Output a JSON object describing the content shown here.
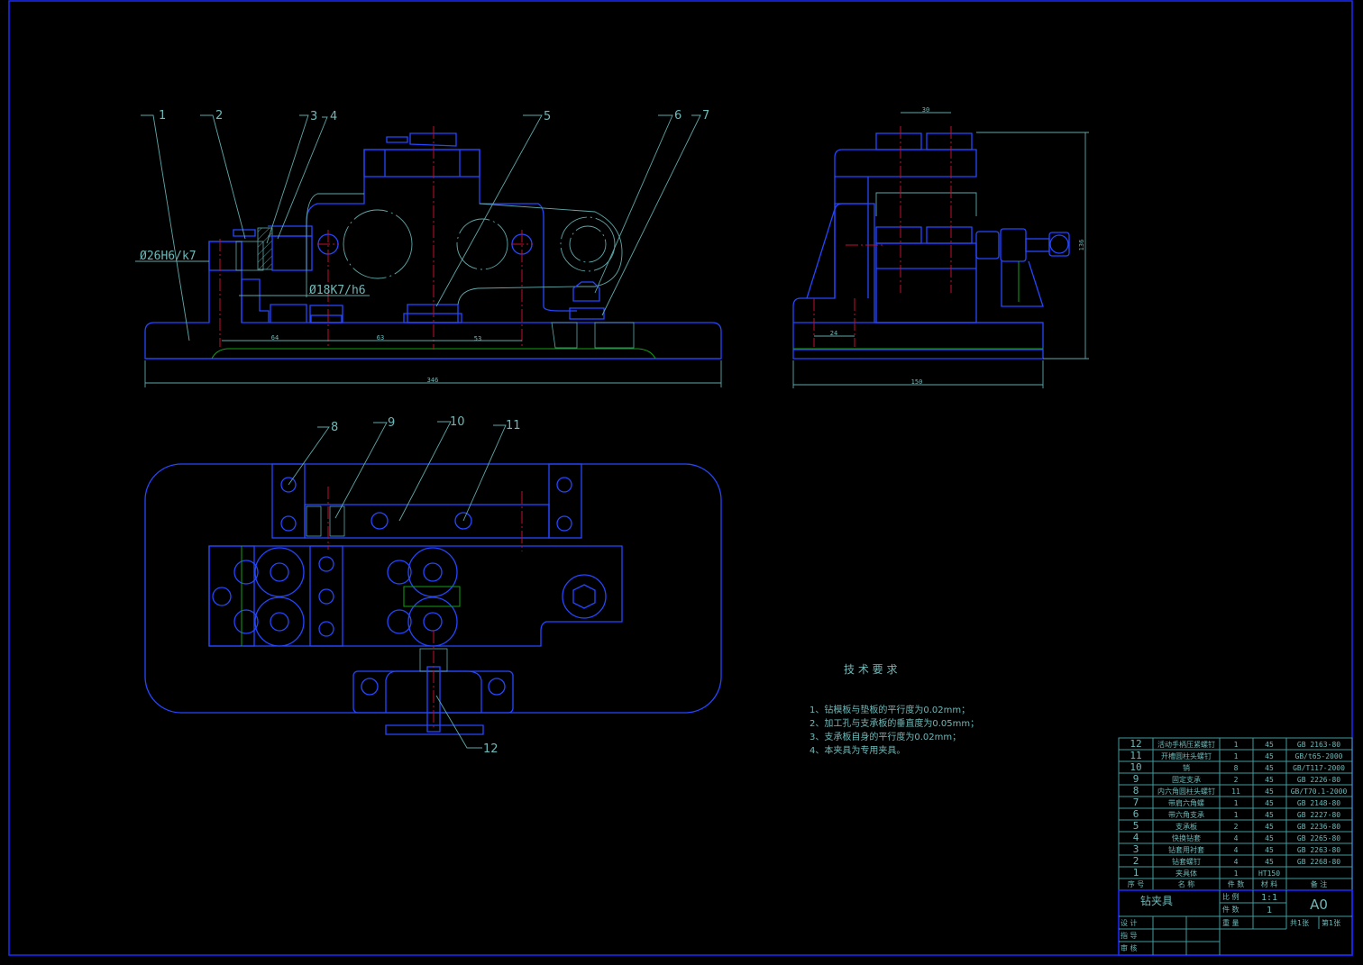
{
  "drawing": {
    "front_view": {
      "leaders": [
        "1",
        "2",
        "3",
        "4",
        "5",
        "6",
        "7"
      ],
      "dimensions": [
        "64",
        "63",
        "53",
        "346"
      ],
      "fits": [
        "Ø26H6/k7",
        "Ø18K7/h6"
      ]
    },
    "side_view": {
      "dimensions": [
        "30",
        "136",
        "24",
        "150"
      ]
    },
    "top_view": {
      "leaders": [
        "8",
        "9",
        "10",
        "11",
        "12"
      ]
    }
  },
  "tech_requirements": {
    "title": "技 术 要 求",
    "items": [
      "1、钻模板与垫板的平行度为0.02mm；",
      "2、加工孔与支承板的垂直度为0.05mm；",
      "3、支承板自身的平行度为0.02mm；",
      "4、本夹具为专用夹具。"
    ]
  },
  "bom": {
    "rows": [
      {
        "no": "12",
        "name": "活动手柄压紧螺钉",
        "qty": "1",
        "material": "45",
        "note": "GB 2163-80"
      },
      {
        "no": "11",
        "name": "开槽圆柱头螺钉",
        "qty": "1",
        "material": "45",
        "note": "GB/t65-2000"
      },
      {
        "no": "10",
        "name": "销",
        "qty": "8",
        "material": "45",
        "note": "GB/T117-2000"
      },
      {
        "no": "9",
        "name": "固定支承",
        "qty": "2",
        "material": "45",
        "note": "GB 2226-80"
      },
      {
        "no": "8",
        "name": "内六角圆柱头螺钉",
        "qty": "11",
        "material": "45",
        "note": "GB/T70.1-2000"
      },
      {
        "no": "7",
        "name": "带肩六角螺",
        "qty": "1",
        "material": "45",
        "note": "GB 2148-80"
      },
      {
        "no": "6",
        "name": "带六角支承",
        "qty": "1",
        "material": "45",
        "note": "GB 2227-80"
      },
      {
        "no": "5",
        "name": "支承板",
        "qty": "2",
        "material": "45",
        "note": "GB 2236-80"
      },
      {
        "no": "4",
        "name": "快换钻套",
        "qty": "4",
        "material": "45",
        "note": "GB 2265-80"
      },
      {
        "no": "3",
        "name": "钻套用衬套",
        "qty": "4",
        "material": "45",
        "note": "GB 2263-80"
      },
      {
        "no": "2",
        "name": "钻套螺钉",
        "qty": "4",
        "material": "45",
        "note": "GB 2268-80"
      },
      {
        "no": "1",
        "name": "夹具体",
        "qty": "1",
        "material": "HT150",
        "note": ""
      }
    ],
    "headers": {
      "no": "序 号",
      "name": "名 称",
      "qty": "件 数",
      "material": "材 料",
      "note": "备 注"
    }
  },
  "title_block": {
    "name": "钻夹具",
    "scale_label": "比 例",
    "scale": "1:1",
    "count_label": "件 数",
    "count": "1",
    "weight_label": "重 量",
    "sheet_total": "共1张",
    "sheet_no": "第1张",
    "paper_size": "A0",
    "design_label": "设 计",
    "guide_label": "指 导",
    "review_label": "审 核"
  },
  "colors": {
    "background": "#000000",
    "outline": "#2546ff",
    "annotation": "#5fa8a8",
    "centerline": "#c0102a",
    "hidden": "#13a013"
  }
}
